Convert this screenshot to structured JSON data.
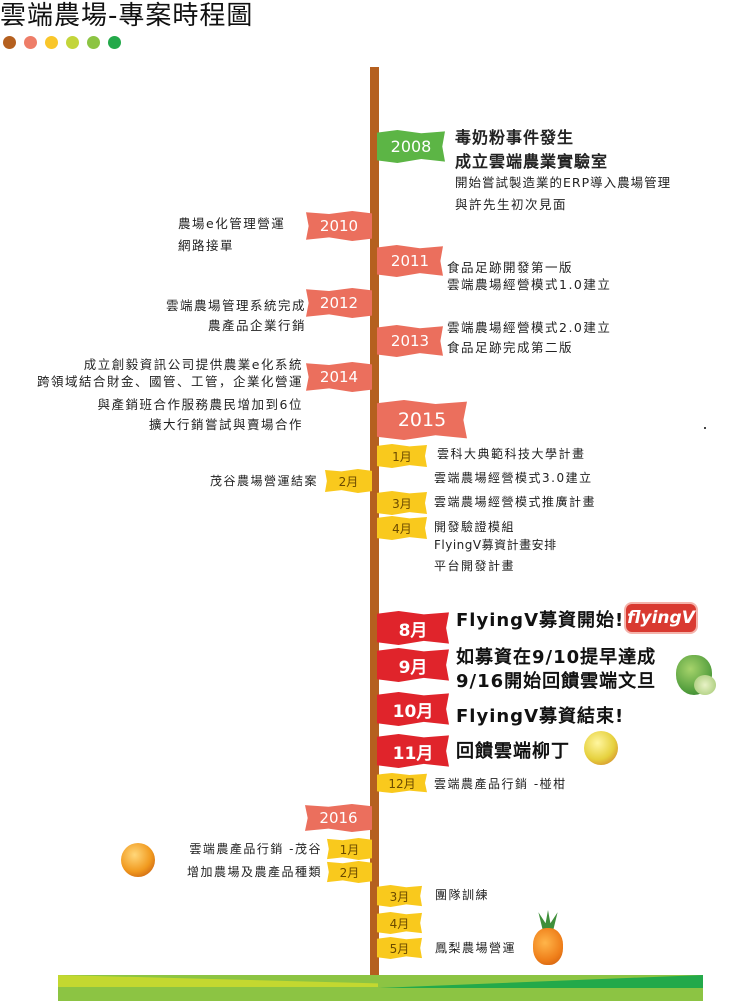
{
  "header": {
    "title": "雲端農場-專案時程圖",
    "dots": [
      "#b5601f",
      "#ee7d68",
      "#f9c62a",
      "#c3d53a",
      "#8cc443",
      "#23a94a"
    ]
  },
  "colors": {
    "pole": "#b5601f",
    "year_2008": "#5cb545",
    "year_flag": "#eb6f5d",
    "month_flag_yellow": "#f9c91d",
    "month_flag_red": "#e0242b",
    "ground_light": "#8cc443",
    "ground_yellow": "#c3d830",
    "ground_dark": "#23a94a"
  },
  "timeline": {
    "y2008": {
      "year": "2008",
      "lines": [
        "毒奶粉事件發生",
        "成立雲端農業實驗室",
        "開始嘗試製造業的ERP導入農場管理",
        "與許先生初次見面"
      ]
    },
    "y2010": {
      "year": "2010",
      "lines": [
        "農場e化管理營運",
        "網路接單"
      ]
    },
    "y2011": {
      "year": "2011",
      "lines": [
        "食品足跡開發第一版",
        "雲端農場經營模式1.0建立"
      ]
    },
    "y2012": {
      "year": "2012",
      "lines": [
        "雲端農場管理系統完成",
        "農產品企業行銷"
      ]
    },
    "y2013": {
      "year": "2013",
      "lines": [
        "雲端農場經營模式2.0建立",
        "食品足跡完成第二版"
      ]
    },
    "y2014": {
      "year": "2014",
      "lines": [
        "成立創毅資訊公司提供農業e化系統",
        "跨領域結合財金、國管、工管，企業化營運",
        "與產銷班合作服務農民增加到6位",
        "擴大行銷嘗試與賣場合作"
      ]
    },
    "y2015": {
      "year": "2015",
      "m1": {
        "month": "1月",
        "text": "雲科大典範科技大學計畫"
      },
      "m2": {
        "month": "2月",
        "left_text": "茂谷農場營運結案",
        "right_text": "雲端農場經營模式3.0建立"
      },
      "m3": {
        "month": "3月",
        "text": "雲端農場經營模式推廣計畫"
      },
      "m4": {
        "month": "4月",
        "lines": [
          "開發驗證模組",
          "FlyingV募資計畫安排",
          "平台開發計畫"
        ]
      },
      "m8": {
        "month": "8月",
        "text": "FlyingV募資開始!",
        "logo": "flyingV"
      },
      "m9": {
        "month": "9月",
        "lines": [
          "如募資在9/10提早達成",
          "9/16開始回饋雲端文旦"
        ]
      },
      "m10": {
        "month": "10月",
        "text": "FlyingV募資結束!"
      },
      "m11": {
        "month": "11月",
        "text": "回饋雲端柳丁"
      },
      "m12": {
        "month": "12月",
        "text": "雲端農產品行銷 -椪柑"
      }
    },
    "y2016": {
      "year": "2016",
      "m1": {
        "month": "1月",
        "text": "雲端農產品行銷 -茂谷"
      },
      "m2": {
        "month": "2月",
        "text": "增加農場及農產品種類"
      },
      "m3": {
        "month": "3月",
        "text": "團隊訓練"
      },
      "m4": {
        "month": "4月"
      },
      "m5": {
        "month": "5月",
        "text": "鳳梨農場營運"
      }
    }
  },
  "icons": {
    "pomelo": "pomelo-fruit-icon",
    "orange": "orange-fruit-icon",
    "tangerine": "tangerine-fruit-icon",
    "pineapple": "pineapple-fruit-icon",
    "logo": "flyingv-logo-icon"
  }
}
